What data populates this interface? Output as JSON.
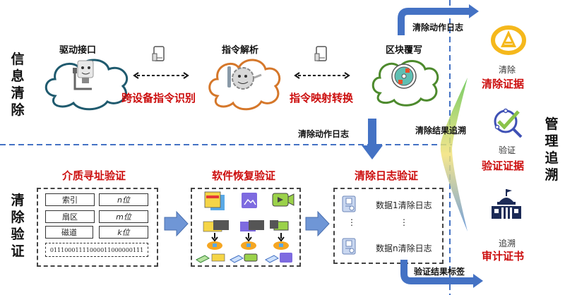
{
  "sections": {
    "info_clear": "信息清除",
    "clear_verify": "清除验证",
    "manage_trace": "管理追溯"
  },
  "top_flow": {
    "nodes": [
      {
        "title": "驱动接口",
        "icon": "usb-plug-character-icon"
      },
      {
        "title": "指令解析",
        "icon": "gear-wrench-character-icon"
      },
      {
        "title": "区块覆写",
        "icon": "disk-overwrite-icon"
      }
    ],
    "links": [
      {
        "label": "跨设备指令识别",
        "icon": "device-connector-icon"
      },
      {
        "label": "指令映射转换",
        "icon": "device-connector-icon"
      }
    ]
  },
  "arrows": {
    "top_right": "清除动作日志",
    "down": "清除动作日志",
    "trace_back": "清除结果追溯",
    "bottom_right": "验证结果标签"
  },
  "bottom_flow": {
    "media_address": {
      "title": "介质寻址验证",
      "rows": [
        {
          "name": "索引",
          "bits": "n位"
        },
        {
          "name": "扇区",
          "bits": "m位"
        },
        {
          "name": "磁道",
          "bits": "k位"
        }
      ],
      "bitstring": "01110001111000011000000111"
    },
    "software_recovery": {
      "title": "软件恢复验证",
      "file_types": [
        "document",
        "image",
        "video"
      ]
    },
    "log_verify": {
      "title": "清除日志验证",
      "entries": [
        "数据1清除日志",
        "数据n清除日志"
      ],
      "ellipsis": "⋮"
    }
  },
  "right_panel": [
    {
      "caption": "清除",
      "title": "清除证据",
      "icon": "clear-evidence-logo-icon"
    },
    {
      "caption": "验证",
      "title": "验证证据",
      "icon": "verify-check-magnifier-icon"
    },
    {
      "caption": "追溯",
      "title": "审计证书",
      "icon": "courthouse-icon"
    }
  ],
  "colors": {
    "accent_red": "#cc0d0d",
    "arrow_blue": "#4472c4",
    "divider_blue": "#4472c4",
    "cloud_teal": "#1f5a6e",
    "cloud_orange": "#d5772a",
    "cloud_green": "#4d8a2d"
  }
}
